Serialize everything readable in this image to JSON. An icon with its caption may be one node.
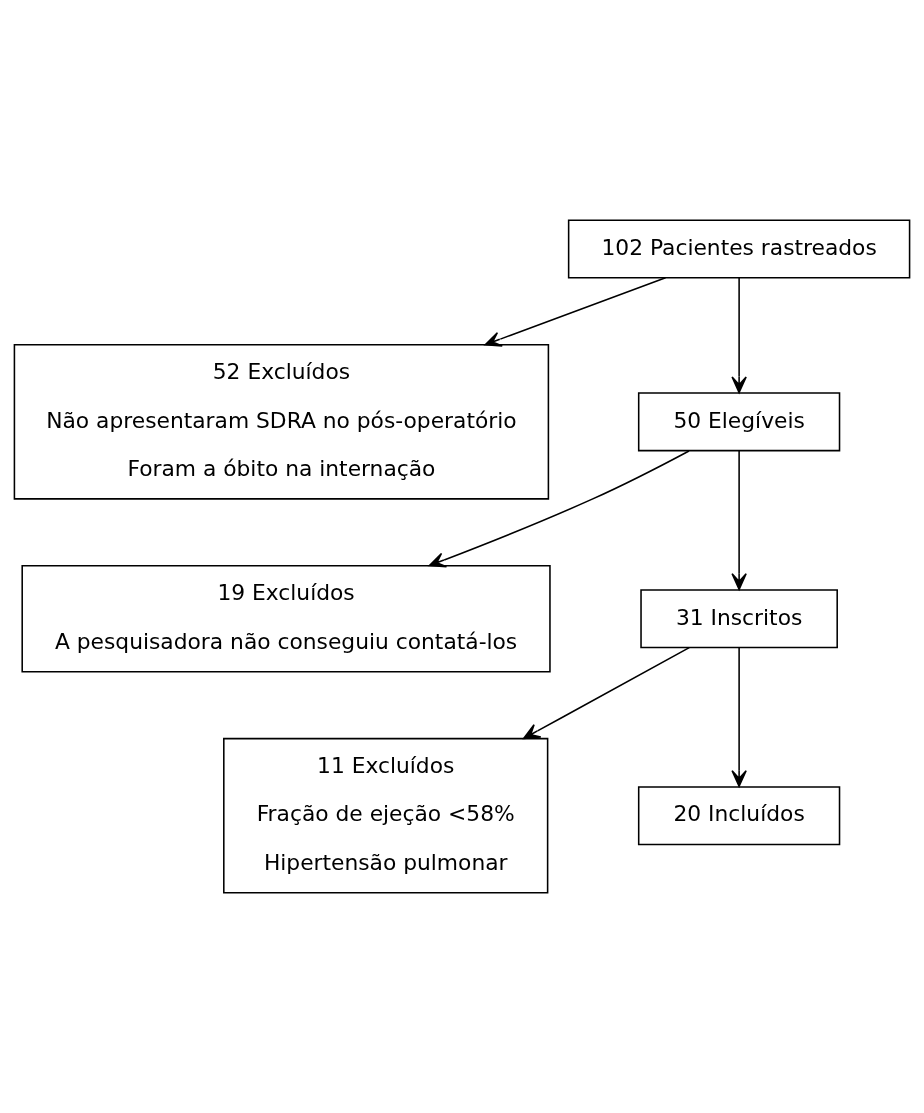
{
  "diagram": {
    "nodes": [
      {
        "text": [
          "102 Pacientes rastreados"
        ]
      },
      {
        "text": [
          "52 Excluídos",
          "Não apresentaram SDRA no pós-operatório",
          "Foram a óbito na internação"
        ]
      },
      {
        "text": [
          "50 Elegíveis"
        ]
      },
      {
        "text": [
          "19 Excluídos",
          "A pesquisadora não conseguiu contatá-los"
        ]
      },
      {
        "text": [
          "31 Inscritos"
        ]
      },
      {
        "text": [
          "11 Excluídos",
          "Fração de ejeção <58%",
          "Hipertensão pulmonar"
        ]
      },
      {
        "text": [
          "20 Incluídos"
        ]
      }
    ],
    "edges": [
      {
        "from": 0,
        "to": 2,
        "arrow": "to"
      },
      {
        "from": 0,
        "to": 1,
        "arrow": "to"
      },
      {
        "from": 2,
        "to": 4,
        "arrow": "to"
      },
      {
        "from": 2,
        "to": 3,
        "arrow": "to"
      },
      {
        "from": 4,
        "to": 6,
        "arrow": "to"
      },
      {
        "from": 4,
        "to": 5,
        "arrow": "to"
      }
    ]
  }
}
